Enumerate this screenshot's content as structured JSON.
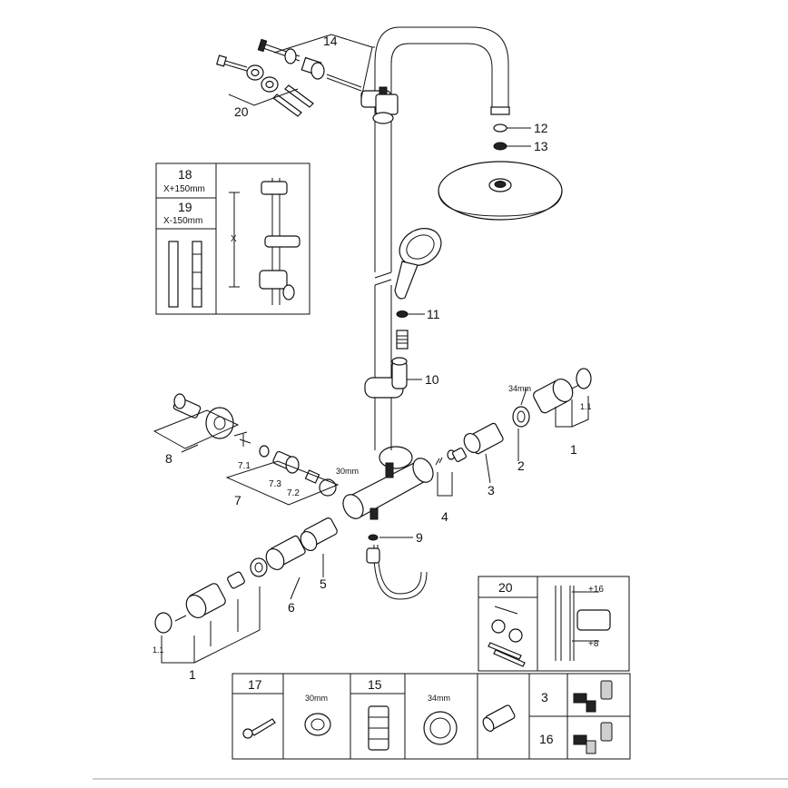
{
  "callouts": {
    "c14": "14",
    "c20": "20",
    "c12": "12",
    "c13": "13",
    "c11": "11",
    "c10": "10",
    "c8": "8",
    "c7": "7",
    "c7_1": "7.1",
    "c7_2": "7.2",
    "c7_3": "7.3",
    "c30mm_a": "30mm",
    "c9": "9",
    "c5": "5",
    "c6": "6",
    "c4": "4",
    "c3": "3",
    "c2": "2",
    "c34mm_a": "34mm",
    "c1_right": "1",
    "c1_1_right": "1.1",
    "c1_left": "1",
    "c1_1_left": "1.1"
  },
  "inset_height": {
    "h18": "18",
    "h18_sub": "X+150mm",
    "h19": "19",
    "h19_sub": "X-150mm",
    "x_label": "X"
  },
  "inset_wall": {
    "h20": "20",
    "plus16": "+16",
    "plus8": "+8"
  },
  "tools": {
    "t17": "17",
    "t30mm": "30mm",
    "t15": "15",
    "t34mm": "34mm",
    "t3": "3",
    "t16": "16"
  },
  "colors": {
    "line": "#111111",
    "fill": "#ffffff",
    "dark": "#222222",
    "grey": "#cfcfcf"
  }
}
